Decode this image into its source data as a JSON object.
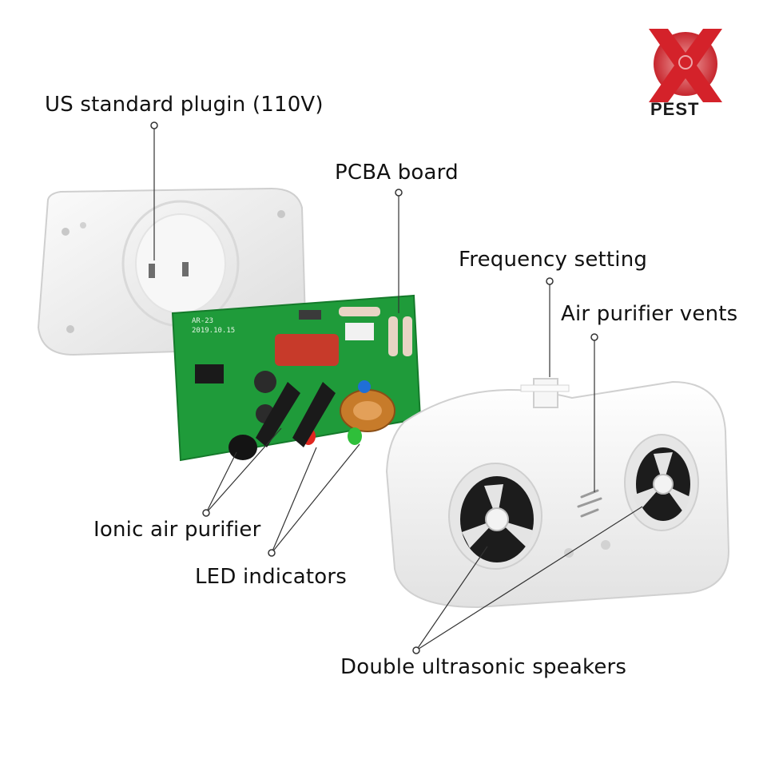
{
  "brand": {
    "logo_text": "PEST",
    "logo_color": "#d4222a"
  },
  "labels": {
    "plugin": "US standard plugin (110V)",
    "pcba": "PCBA board",
    "frequency": "Frequency setting",
    "vents": "Air purifier vents",
    "ionic": "Ionic air purifier",
    "led": "LED indicators",
    "speakers": "Double ultrasonic speakers"
  },
  "pcb": {
    "model": "AR-23",
    "date": "2019.10.15",
    "board_color": "#1f9b3a"
  },
  "colors": {
    "housing": "#f2f2f2",
    "speaker_cone": "#1c1c1c",
    "led_red": "#e0261f",
    "led_green": "#2fbf3a",
    "coil": "#c77b2a"
  }
}
